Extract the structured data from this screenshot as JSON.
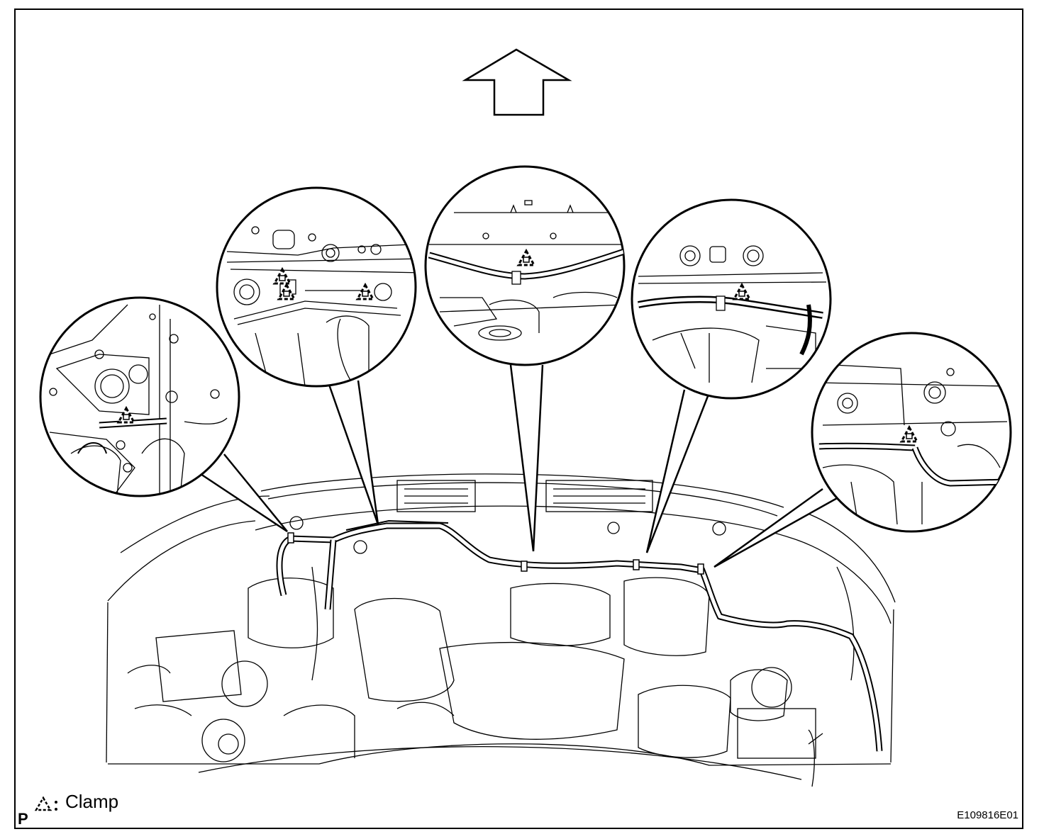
{
  "legend": {
    "symbol": "clamp-triangle-icon",
    "separator": ":",
    "label": "Clamp"
  },
  "corner_mark": "P",
  "figure_id": "E109816E01",
  "direction_arrow": {
    "icon": "up-arrow-icon",
    "meaning": "front-of-vehicle"
  },
  "callouts": [
    {
      "name": "callout-left",
      "clamps": 1
    },
    {
      "name": "callout-left-center",
      "clamps": 3
    },
    {
      "name": "callout-center",
      "clamps": 1
    },
    {
      "name": "callout-right-center",
      "clamps": 1
    },
    {
      "name": "callout-right",
      "clamps": 1
    }
  ],
  "colors": {
    "line": "#000000",
    "background": "#ffffff"
  }
}
